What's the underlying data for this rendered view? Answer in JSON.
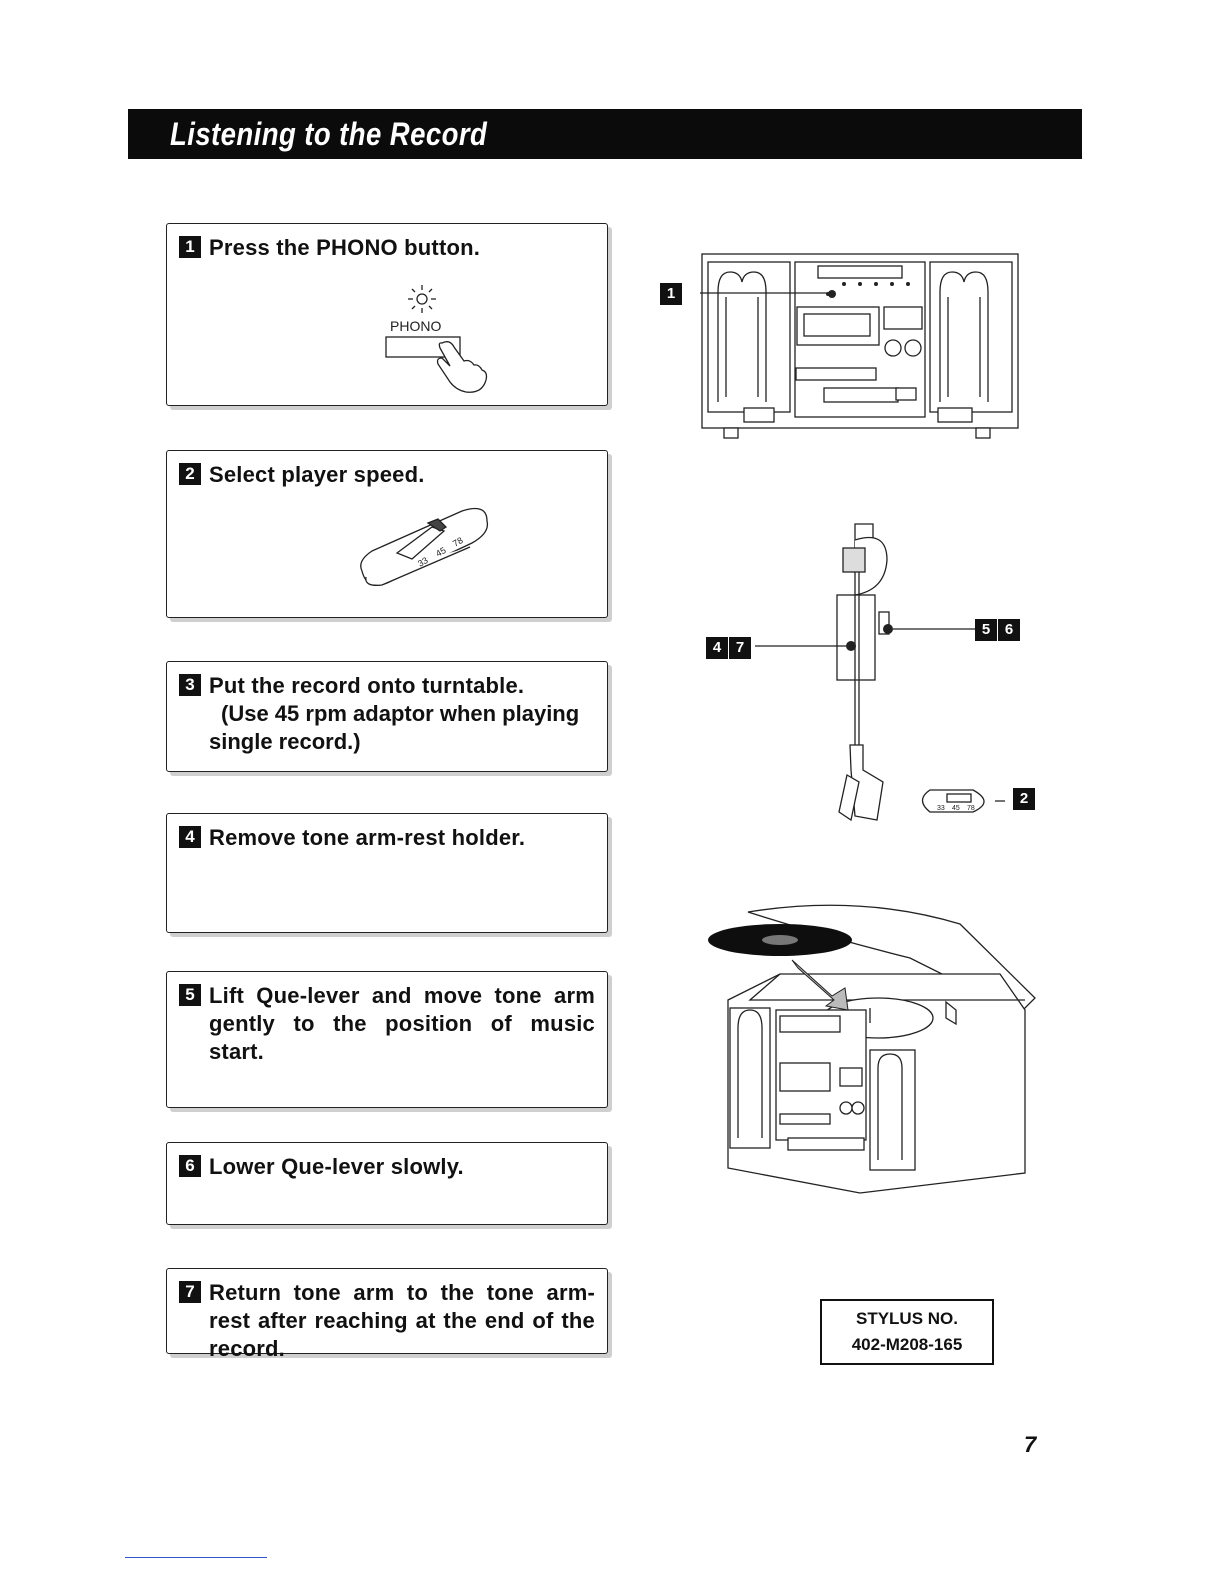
{
  "header": {
    "title": "Listening to the Record"
  },
  "steps": [
    {
      "num": "1",
      "text": "Press the PHONO button."
    },
    {
      "num": "2",
      "text": "Select player speed."
    },
    {
      "num": "3",
      "text": "Put the record onto turntable.",
      "sub_line1": "(Use 45 rpm adaptor when playing",
      "sub_line2": "single record.)"
    },
    {
      "num": "4",
      "text": "Remove tone arm-rest holder."
    },
    {
      "num": "5",
      "text": "Lift Que-lever and move tone arm gently to the position of music start."
    },
    {
      "num": "6",
      "text": "Lower Que-lever slowly."
    },
    {
      "num": "7",
      "text": "Return tone arm to the tone arm-rest after reaching at the end of the record."
    }
  ],
  "illustration": {
    "phono_label": "PHONO",
    "speeds": [
      "33",
      "45",
      "78"
    ],
    "callouts": {
      "front": "1",
      "arm_a": "4",
      "arm_b": "7",
      "que_a": "5",
      "que_b": "6",
      "speed": "2"
    }
  },
  "stylus": {
    "line1": "STYLUS NO.",
    "line2": "402-M208-165"
  },
  "page": {
    "number": "7"
  }
}
